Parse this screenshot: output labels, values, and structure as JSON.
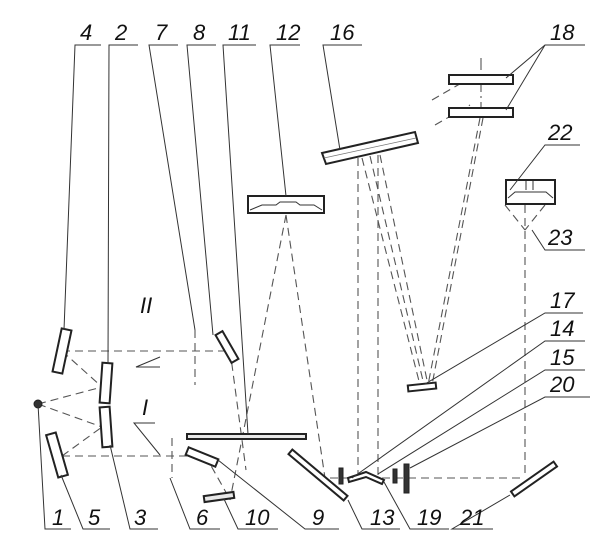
{
  "diagram": {
    "type": "optical scheme",
    "labels": [
      "1",
      "2",
      "3",
      "4",
      "5",
      "6",
      "7",
      "8",
      "9",
      "10",
      "11",
      "12",
      "13",
      "14",
      "15",
      "16",
      "17",
      "18",
      "19",
      "20",
      "21",
      "22",
      "23"
    ],
    "beam_labels": [
      "I",
      "II"
    ],
    "top_labels": [
      "4",
      "2",
      "7",
      "8",
      "11",
      "12",
      "16",
      "18"
    ],
    "right_labels": [
      "22",
      "23",
      "17",
      "14",
      "15",
      "20"
    ],
    "bottom_labels": [
      "1",
      "5",
      "3",
      "6",
      "10",
      "9",
      "13",
      "19",
      "21"
    ]
  }
}
